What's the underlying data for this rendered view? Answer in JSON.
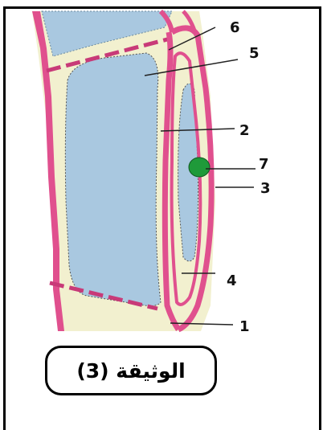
{
  "caption": "الوثيقة (3)",
  "labels": {
    "l1": "1",
    "l2": "2",
    "l3": "3",
    "l4": "4",
    "l5": "5",
    "l6": "6",
    "l7": "7"
  },
  "colors": {
    "cell_wall": "#e0508e",
    "cytoplasm": "#f2f0cf",
    "vacuole": "#a9c8e0",
    "nucleus": "#1f9a3a",
    "label_lines": "#222222"
  }
}
